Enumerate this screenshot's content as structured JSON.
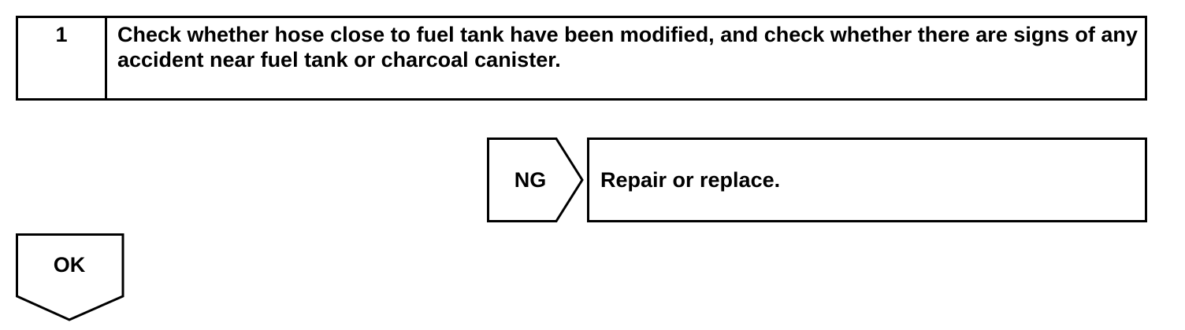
{
  "step": {
    "number": "1",
    "description": "Check whether hose close to fuel tank have been modified, and check whether there are signs of any accident near fuel tank or charcoal canister."
  },
  "ng_branch": {
    "label": "NG",
    "result": "Repair or replace."
  },
  "ok_branch": {
    "label": "OK"
  }
}
